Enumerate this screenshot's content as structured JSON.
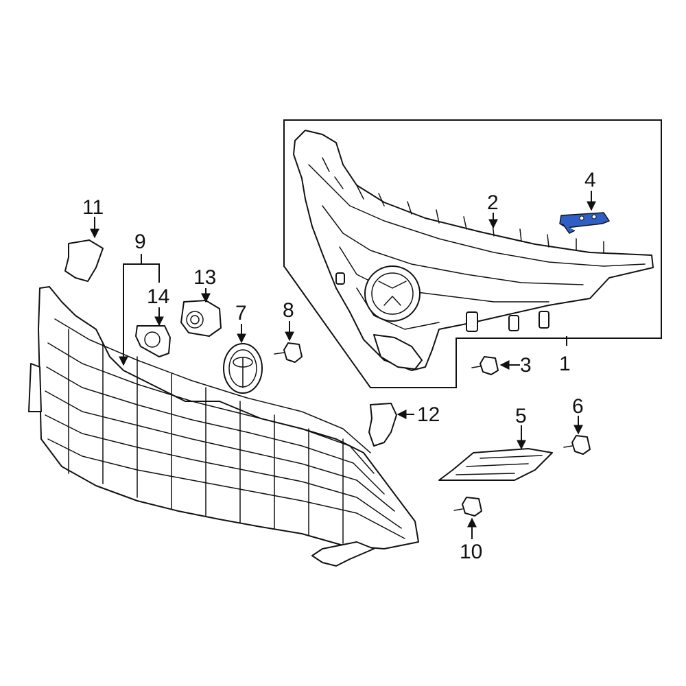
{
  "diagram": {
    "callouts": [
      "1",
      "2",
      "3",
      "4",
      "5",
      "6",
      "7",
      "8",
      "9",
      "10",
      "11",
      "12",
      "13",
      "14"
    ],
    "highlight_color": "#2f5fc4",
    "line_color": "#111111",
    "background": "#ffffff"
  }
}
